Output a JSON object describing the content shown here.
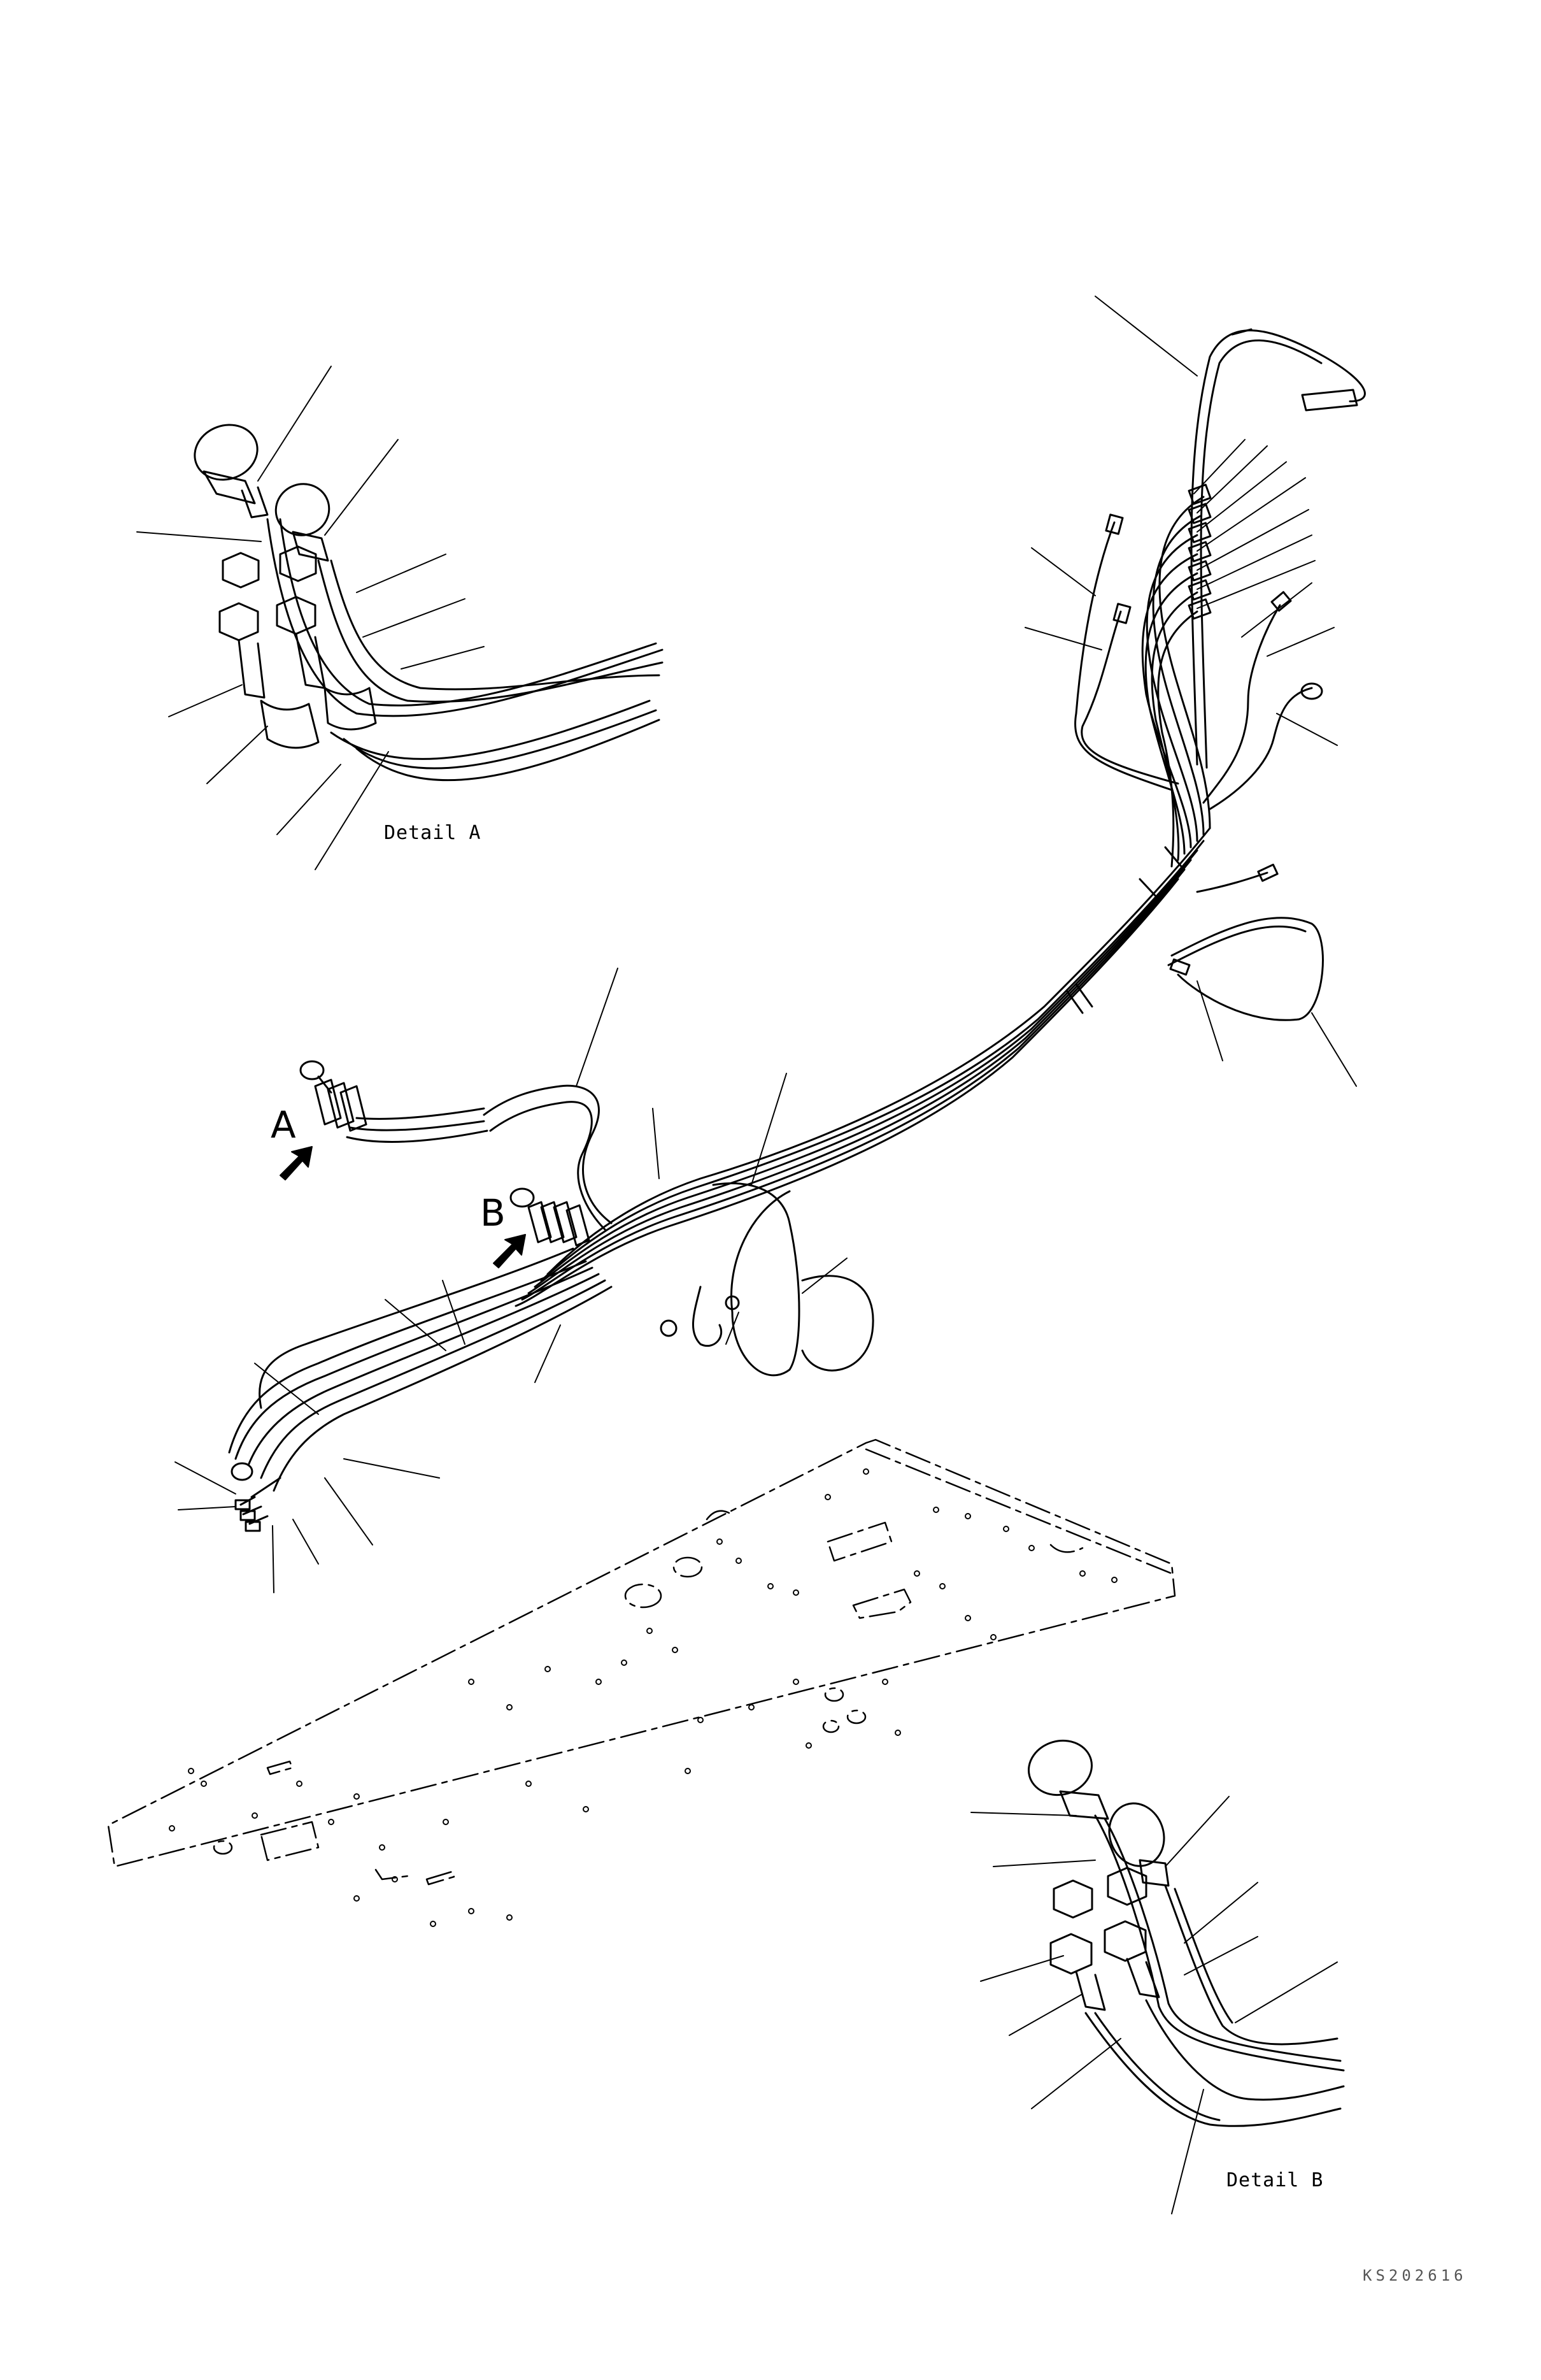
{
  "labels": {
    "detail_a": "Detail A",
    "detail_b": "Detail B",
    "callout_a": "A",
    "callout_b": "B",
    "drawing_number": "KS202616"
  },
  "colors": {
    "line": "#000000",
    "background": "#ffffff",
    "marker": "#000000"
  }
}
